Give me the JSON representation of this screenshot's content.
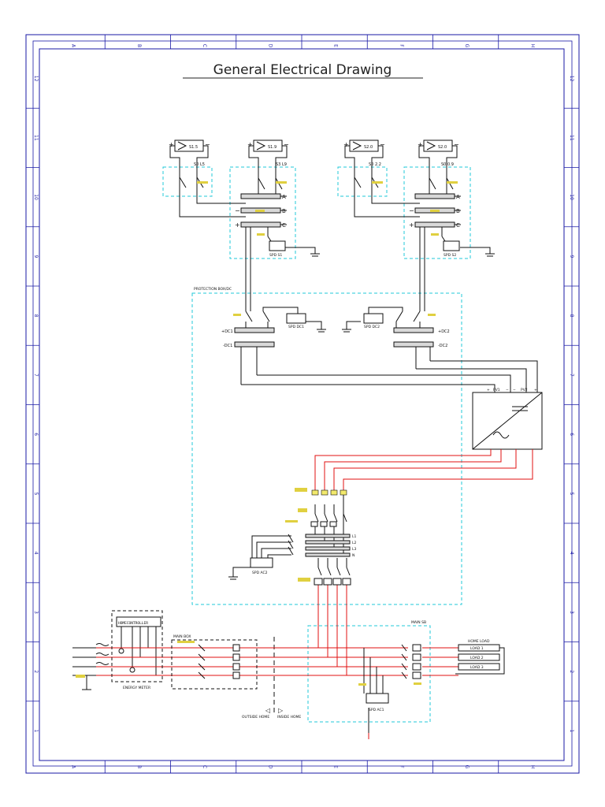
{
  "title": "General Electrical Drawing",
  "border": {
    "cols": [
      "A",
      "B",
      "C",
      "D",
      "E",
      "F",
      "G",
      "H"
    ],
    "rows": [
      "12",
      "11",
      "10",
      "9",
      "8",
      "7",
      "6",
      "5",
      "4",
      "3",
      "2",
      "1"
    ]
  },
  "colors": {
    "frame": "#1a1aa6",
    "dashed": "#22c8d8",
    "wire": "#111111",
    "ac": "#e01010",
    "label": "#c8b400"
  },
  "strings": {
    "s1": {
      "panel": "S1.5",
      "ref": "S0 L5"
    },
    "s2": {
      "panel": "S1.9",
      "ref": "S3 L9"
    },
    "s3": {
      "panel": "S2.0",
      "ref": "S0 2.2"
    },
    "s4": {
      "panel": "S2.0",
      "ref": "S0 0.9"
    }
  },
  "bus": {
    "a": "A",
    "b": "B",
    "c": "C"
  },
  "spd": {
    "s1": "SPD S1",
    "s2": "SPD S2",
    "dc1": "SPD DC1",
    "dc2": "SPD DC2",
    "ac2": "SPD AC2",
    "ac1": "SPD AC1"
  },
  "protection_box": "PROTECTION BOX/DC",
  "dc": {
    "in1": "+DC1",
    "in1n": "-DC1",
    "in2": "+DC2",
    "in2n": "-DC2"
  },
  "inverter": {
    "pv1": "PV1",
    "pv2": "PV2"
  },
  "ac": {
    "lines": [
      "L1",
      "L2",
      "L3",
      "N"
    ]
  },
  "meter": {
    "controller": "HOMECONTROLLER",
    "label": "ENERGY METER"
  },
  "main_box": "MAIN BOX",
  "main_sb": "MAIN SB",
  "home_load": {
    "title": "HOME LOAD",
    "loads": [
      "LOAD 1",
      "LOAD 2",
      "LOAD 3"
    ]
  },
  "boundary": {
    "outside": "OUTSIDE HOME",
    "inside": "INSIDE HOME"
  }
}
